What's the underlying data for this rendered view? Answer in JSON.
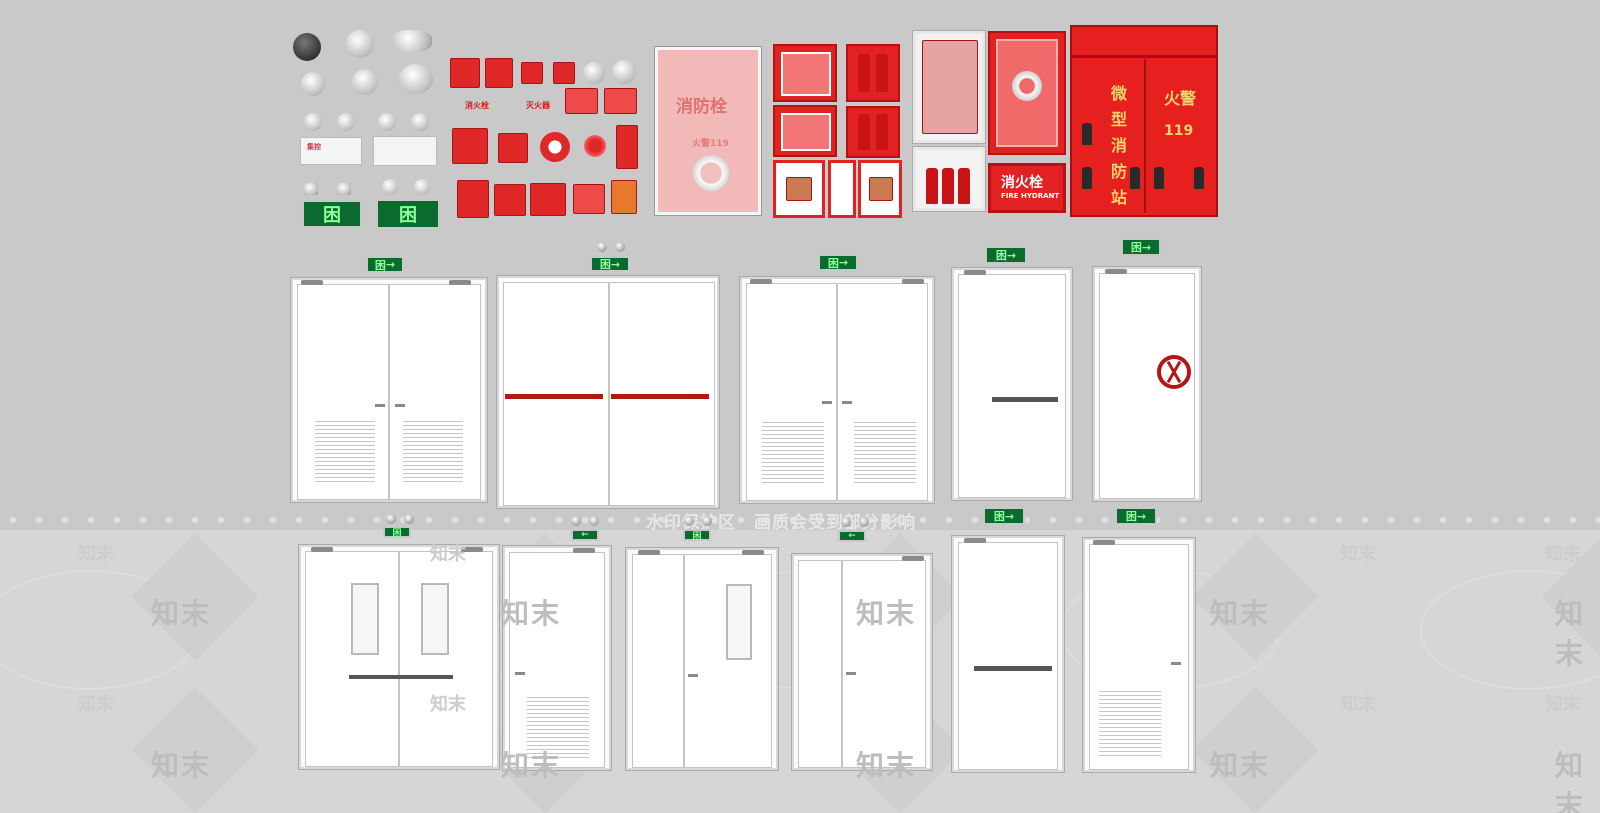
{
  "watermark": {
    "notice": "水印保护区　画质会受到部分影响",
    "logo": "知末",
    "logo_repeats": [
      "知末",
      "知末",
      "知末",
      "知末",
      "知末",
      "知末",
      "知末",
      "知末",
      "知末",
      "知末",
      "知末",
      "知末",
      "知末",
      "知末",
      "知末",
      "知末",
      "知末",
      "知末"
    ]
  },
  "devices": {
    "hydrant_label": "消火栓",
    "extinguisher_label": "灭火器",
    "panel_title": "集控",
    "exit_glyph": "困"
  },
  "cabinets": {
    "main_hydrant_text": "消防栓",
    "main_hydrant_sub": "火警119",
    "hydrant_box_text": "消火栓",
    "hydrant_box_sub": "FIRE HYDRANT",
    "small_hydrant_text": "消火栓",
    "station_title": "微型消防站",
    "station_left_chars": [
      "微",
      "型",
      "消",
      "防",
      "站"
    ],
    "station_right_title": "火警",
    "station_right_num": "119"
  },
  "doors": {
    "exit_glyph": "困",
    "exit_arrow": "→",
    "exit_arrow_left": "←"
  },
  "colors": {
    "fire_red": "#e02828",
    "exit_green": "#0b6a2e",
    "background": "#c9c9c9"
  }
}
